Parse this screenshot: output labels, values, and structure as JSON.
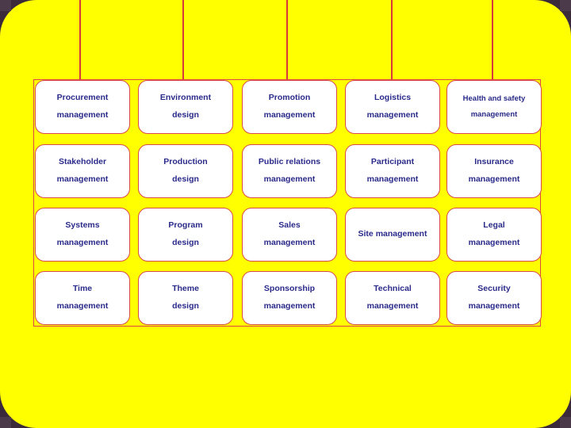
{
  "diagram": {
    "boxes": [
      {
        "line1": "Procurement",
        "line2": "management"
      },
      {
        "line1": "Environment",
        "line2": "design"
      },
      {
        "line1": "Promotion",
        "line2": "management"
      },
      {
        "line1": "Logistics",
        "line2": "management"
      },
      {
        "line1": "Health and safety",
        "line2": "management"
      },
      {
        "line1": "Stakeholder",
        "line2": "management"
      },
      {
        "line1": "Production",
        "line2": "design"
      },
      {
        "line1": "Public relations",
        "line2": "management"
      },
      {
        "line1": "Participant",
        "line2": "management"
      },
      {
        "line1": "Insurance",
        "line2": "management"
      },
      {
        "line1": "Systems",
        "line2": "management"
      },
      {
        "line1": "Program",
        "line2": "design"
      },
      {
        "line1": "Sales",
        "line2": "management"
      },
      {
        "line1": "Site management",
        "line2": ""
      },
      {
        "line1": "Legal",
        "line2": "management"
      },
      {
        "line1": "Time",
        "line2": "management"
      },
      {
        "line1": "Theme",
        "line2": "design"
      },
      {
        "line1": "Sponsorship",
        "line2": "management"
      },
      {
        "line1": "Technical",
        "line2": "management"
      },
      {
        "line1": "Security",
        "line2": "management"
      }
    ]
  },
  "colors": {
    "background": "#ffff00",
    "box_fill": "#ffffff",
    "box_border": "#d84a4a",
    "connector": "#d63a3a",
    "text": "#2a2a8a"
  }
}
